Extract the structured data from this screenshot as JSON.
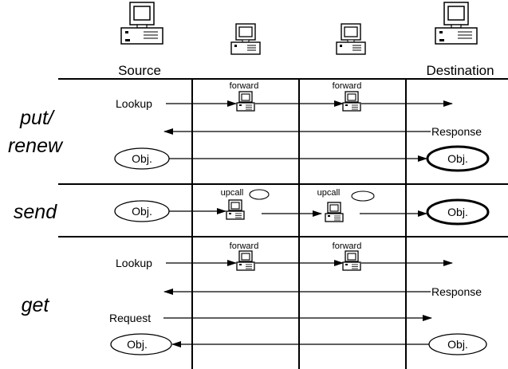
{
  "columns": {
    "source": "Source",
    "destination": "Destination"
  },
  "rows": {
    "put_renew": {
      "label_line1": "put/",
      "label_line2": "renew"
    },
    "send": {
      "label": "send"
    },
    "get": {
      "label": "get"
    }
  },
  "messages": {
    "lookup": "Lookup",
    "response": "Response",
    "request": "Request",
    "forward": "forward",
    "upcall": "upcall",
    "obj": "Obj."
  },
  "icons": {
    "node": "computer-icon"
  }
}
